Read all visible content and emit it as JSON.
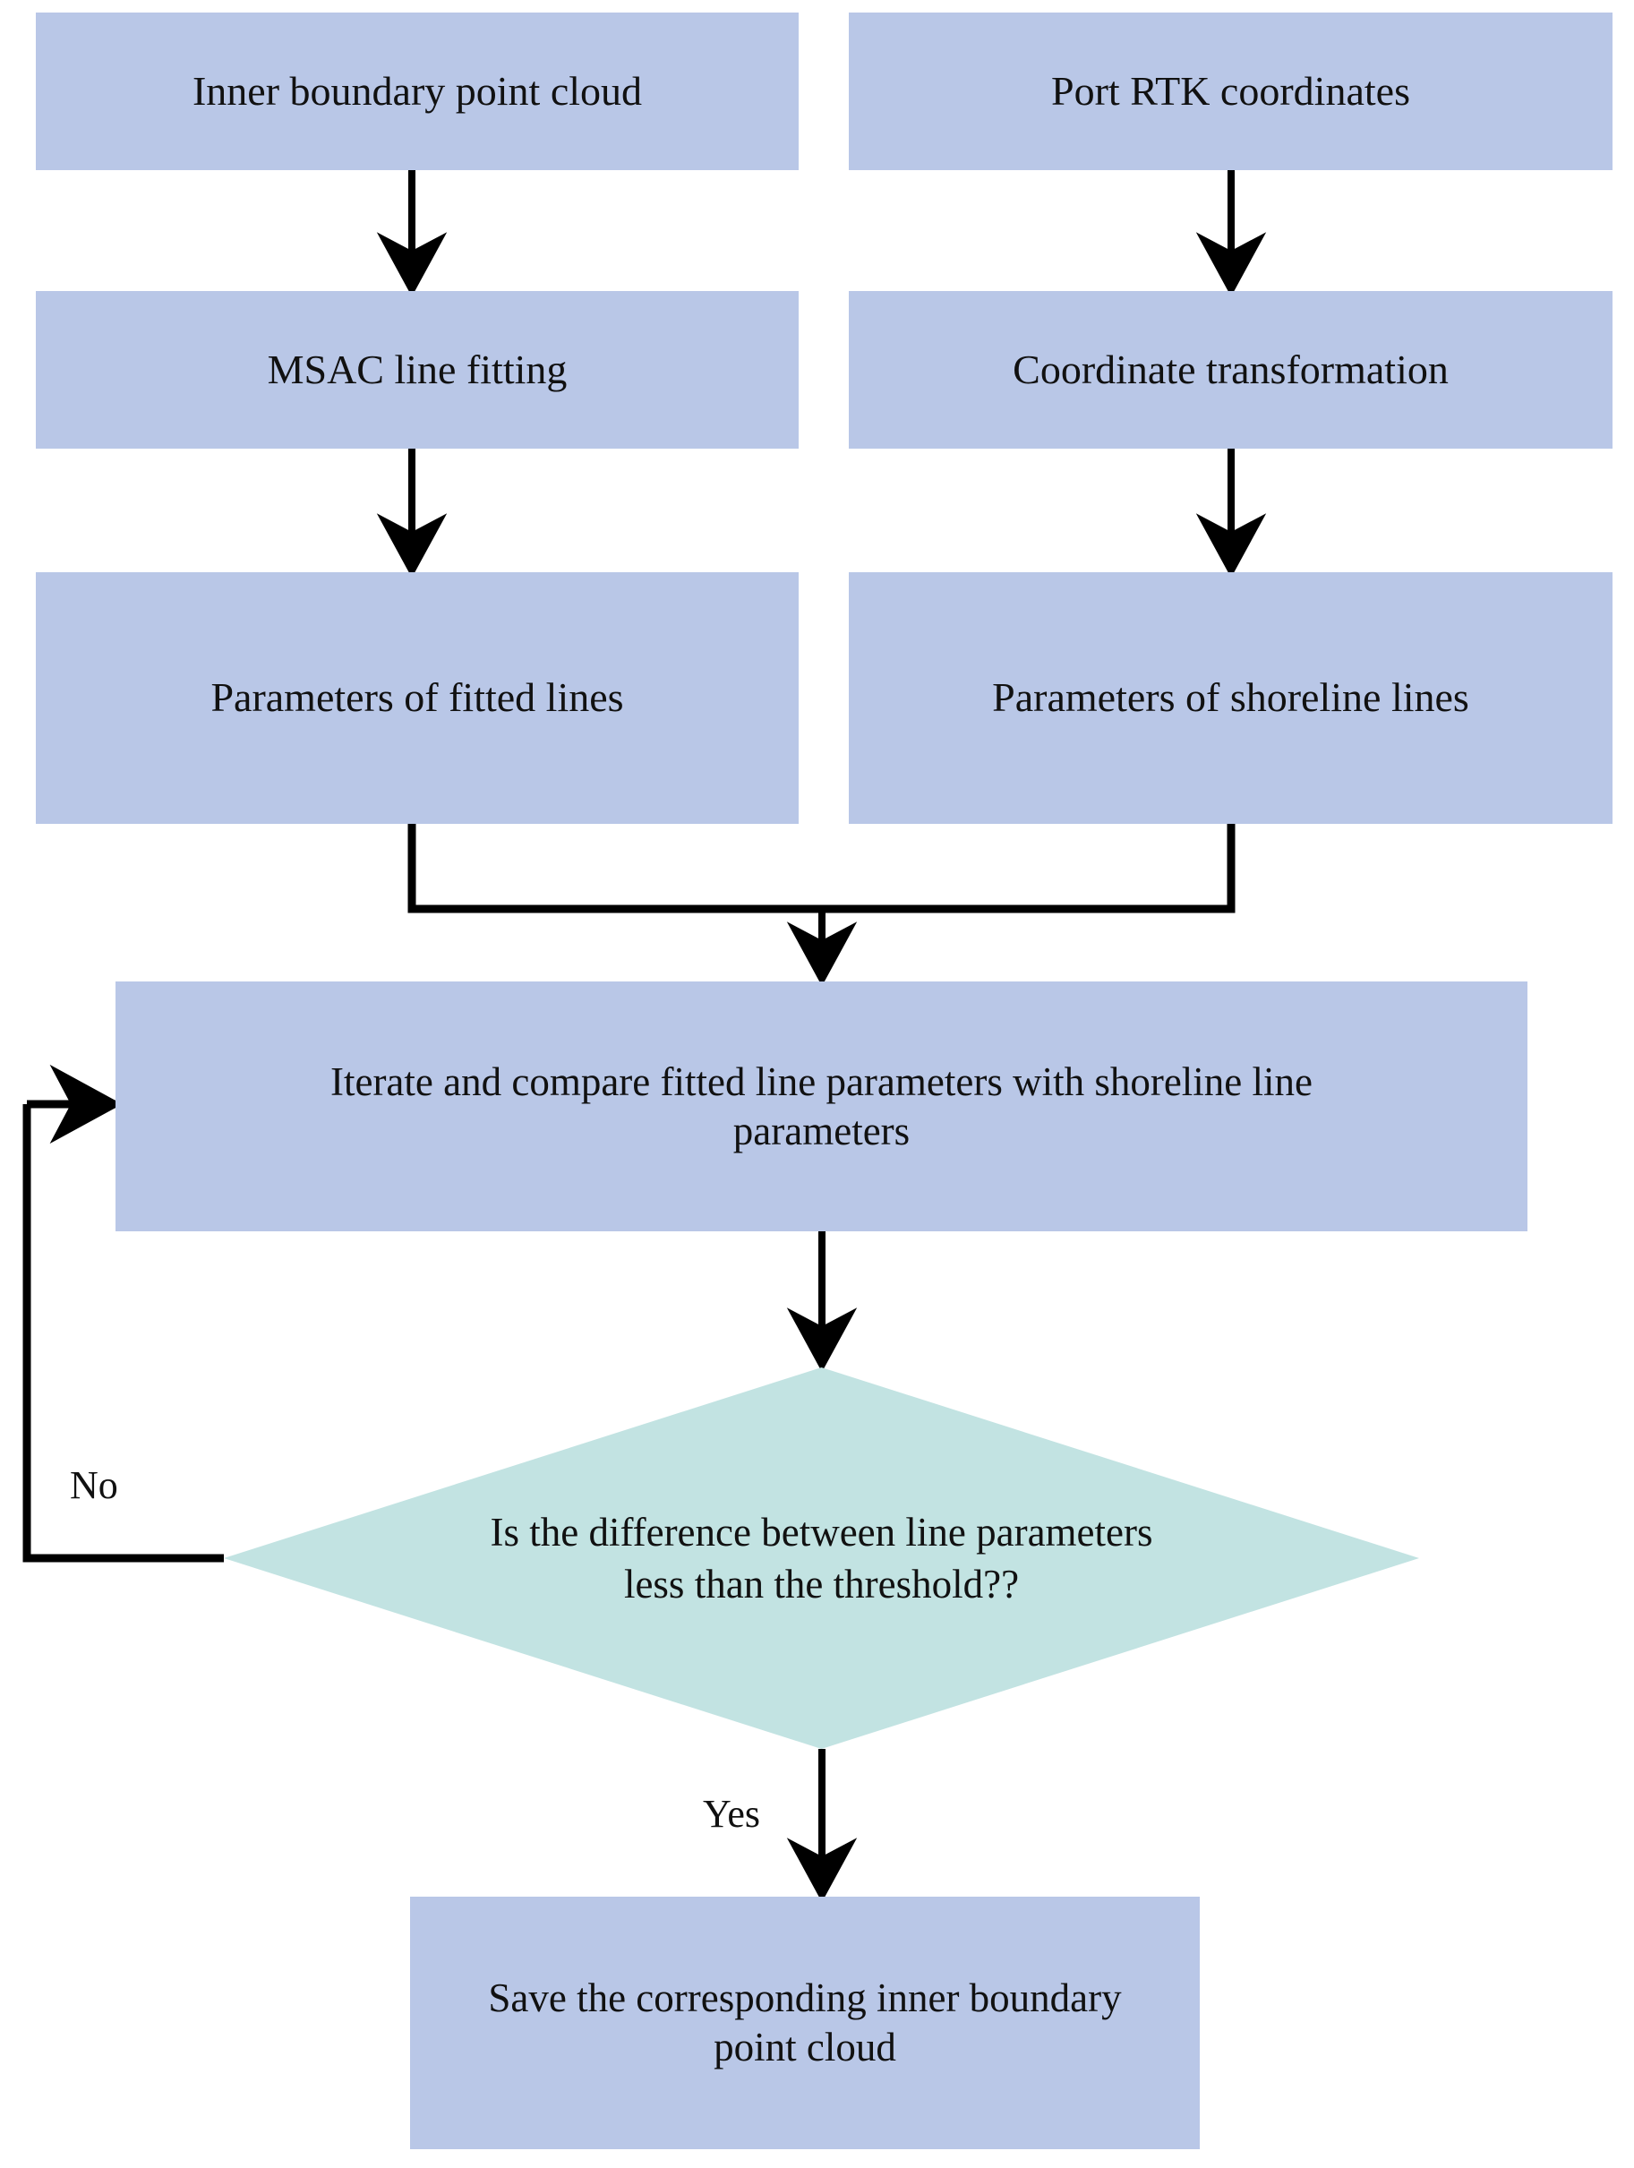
{
  "diagram": {
    "title": "Inner boundary extraction flowchart",
    "colors": {
      "process_fill": "#b9c7e7",
      "decision_fill": "#c2e3e2",
      "connector": "#000000",
      "text": "#111111",
      "background": "#ffffff"
    },
    "nodes": {
      "inner_boundary_point_cloud": "Inner boundary point cloud",
      "port_rtk_coordinates": "Port RTK coordinates",
      "msac_line_fitting": "MSAC line fitting",
      "coordinate_transformation": "Coordinate transformation",
      "parameters_of_fitted_lines": "Parameters of fitted lines",
      "parameters_of_shoreline_lines": "Parameters of shoreline lines",
      "iterate_and_compare": "Iterate and compare fitted line parameters with shoreline line parameters",
      "decision": "Is the difference between line parameters less than the threshold??",
      "save_point_cloud": "Save the corresponding inner boundary point cloud"
    },
    "edge_labels": {
      "no": "No",
      "yes": "Yes"
    }
  }
}
